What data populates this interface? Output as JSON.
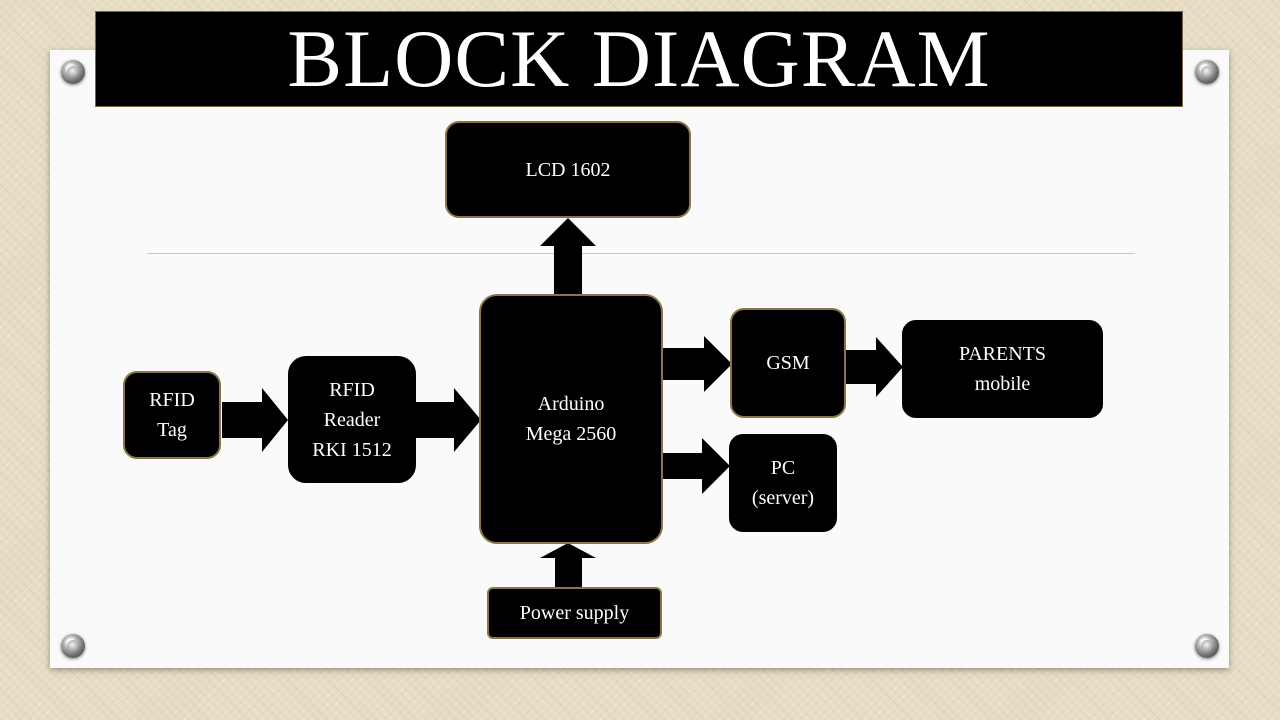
{
  "title": "BLOCK DIAGRAM",
  "colors": {
    "block_fill": "#000000",
    "block_border": "#8a7548",
    "text": "#ffffff",
    "rule": "#d8c9a0"
  },
  "blocks": {
    "lcd": "LCD 1602",
    "arduino": "Arduino\nMega 2560",
    "gsm": "GSM",
    "parents": "PARENTS\nmobile",
    "rfid_tag": "RFID\nTag",
    "rfid_reader": "RFID\nReader\nRKI 1512",
    "pc": "PC\n(server)",
    "power": "Power supply"
  },
  "connections": [
    {
      "from": "rfid_tag",
      "to": "rfid_reader"
    },
    {
      "from": "rfid_reader",
      "to": "arduino"
    },
    {
      "from": "arduino",
      "to": "lcd"
    },
    {
      "from": "arduino",
      "to": "gsm"
    },
    {
      "from": "gsm",
      "to": "parents"
    },
    {
      "from": "arduino",
      "to": "pc"
    },
    {
      "from": "power",
      "to": "arduino"
    }
  ]
}
